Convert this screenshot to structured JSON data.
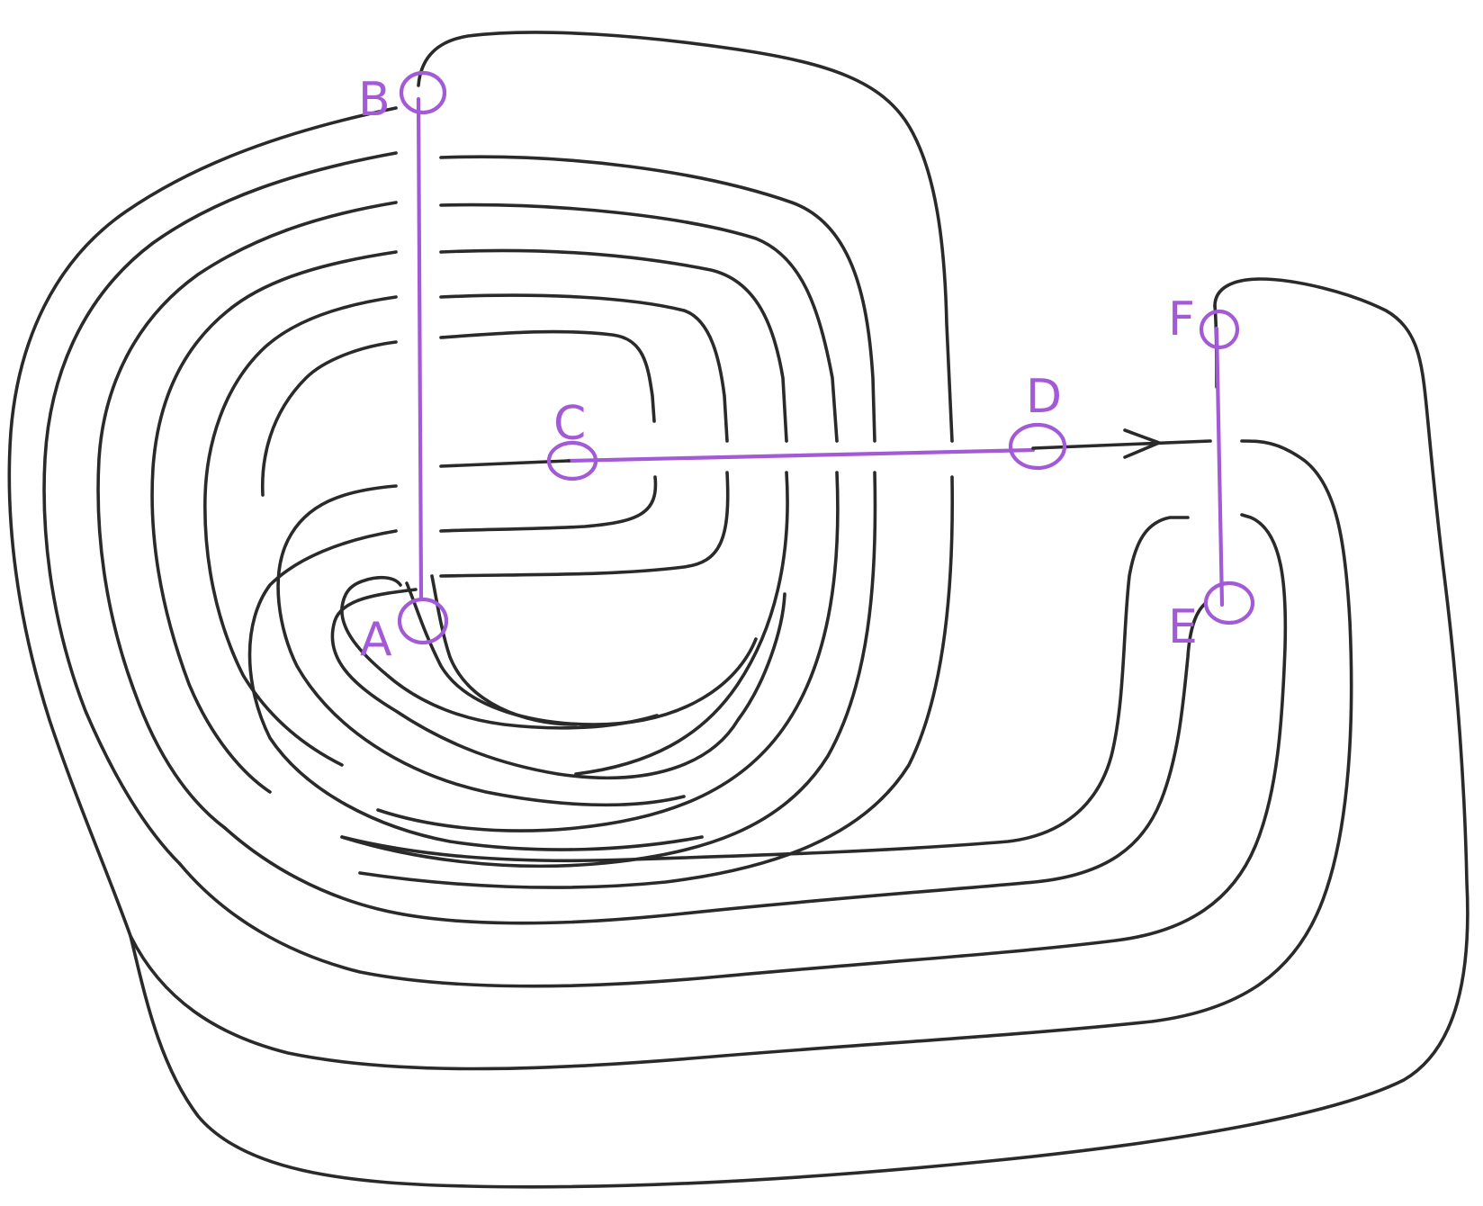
{
  "colors": {
    "contour": "#2a2a2a",
    "annotation": "#a35ad6",
    "background": "#ffffff"
  },
  "points": [
    {
      "id": "A",
      "label": "A"
    },
    {
      "id": "B",
      "label": "B"
    },
    {
      "id": "C",
      "label": "C"
    },
    {
      "id": "D",
      "label": "D"
    },
    {
      "id": "E",
      "label": "E"
    },
    {
      "id": "F",
      "label": "F"
    }
  ]
}
